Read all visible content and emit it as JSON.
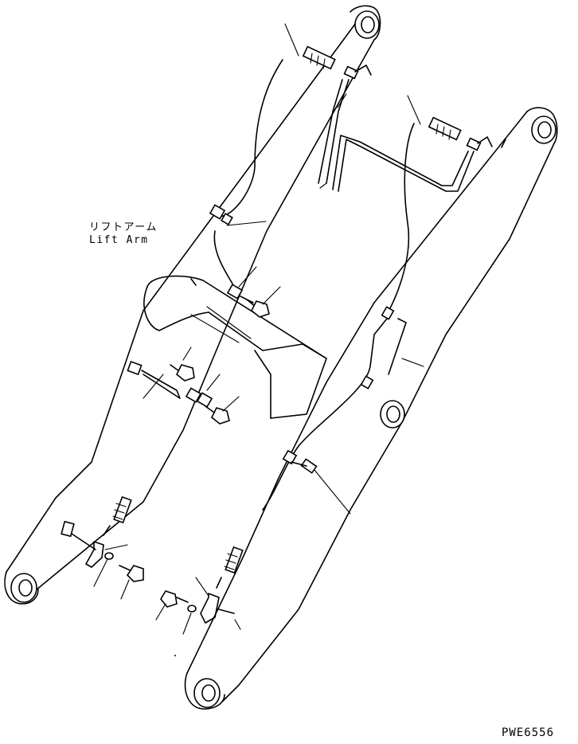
{
  "label": {
    "jp": "リフトアーム",
    "en": "Lift Arm"
  },
  "drawing_code": "PWE6556"
}
